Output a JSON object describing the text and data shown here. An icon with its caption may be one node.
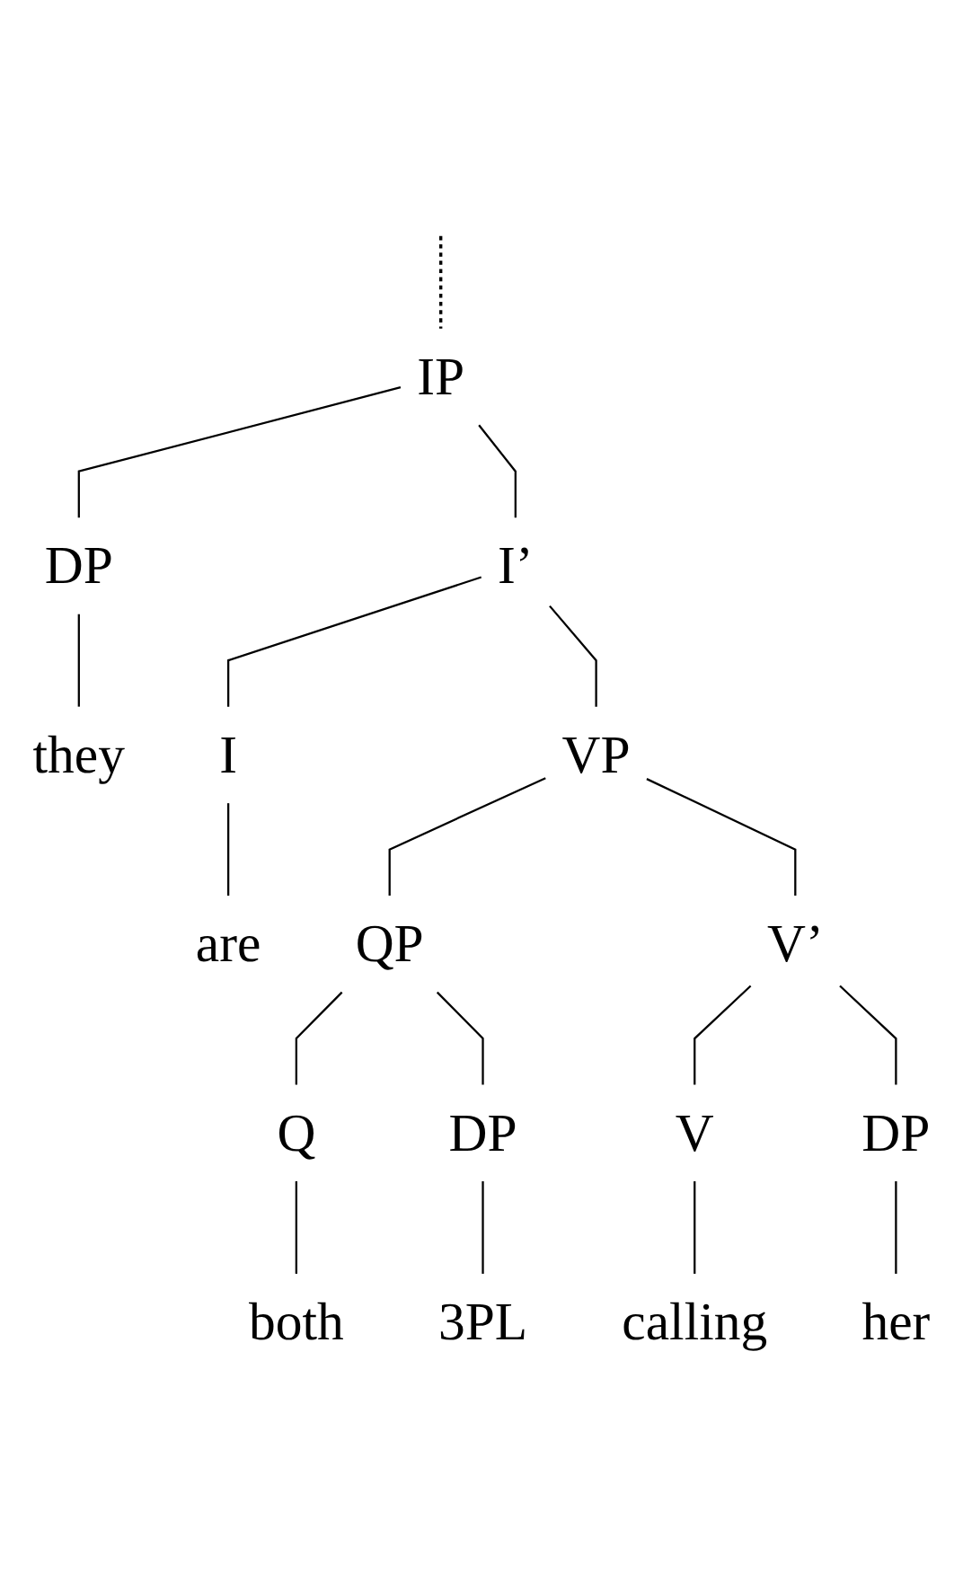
{
  "diagram": {
    "nodes": [
      {
        "text": [
          "IP"
        ]
      },
      {
        "text": [
          "DP"
        ]
      },
      {
        "text": [
          "I’"
        ]
      },
      {
        "text": [
          "they"
        ]
      },
      {
        "text": [
          "I"
        ]
      },
      {
        "text": [
          "VP"
        ]
      },
      {
        "text": [
          "are"
        ]
      },
      {
        "text": [
          "QP"
        ]
      },
      {
        "text": [
          "V’"
        ]
      },
      {
        "text": [
          "Q"
        ]
      },
      {
        "text": [
          "DP"
        ]
      },
      {
        "text": [
          "V"
        ]
      },
      {
        "text": [
          "DP"
        ]
      },
      {
        "text": [
          "both"
        ]
      },
      {
        "text": [
          "3PL"
        ]
      },
      {
        "text": [
          "calling"
        ]
      },
      {
        "text": [
          "her"
        ]
      }
    ],
    "edges": [
      {
        "from": null,
        "to": 0,
        "arrow": "none",
        "style": "dashed"
      },
      {
        "from": 0,
        "to": 1,
        "arrow": "none"
      },
      {
        "from": 0,
        "to": 2,
        "arrow": "none"
      },
      {
        "from": 1,
        "to": 3,
        "arrow": "none"
      },
      {
        "from": 2,
        "to": 4,
        "arrow": "none"
      },
      {
        "from": 2,
        "to": 5,
        "arrow": "none"
      },
      {
        "from": 4,
        "to": 6,
        "arrow": "none"
      },
      {
        "from": 5,
        "to": 7,
        "arrow": "none"
      },
      {
        "from": 5,
        "to": 8,
        "arrow": "none"
      },
      {
        "from": 7,
        "to": 9,
        "arrow": "none"
      },
      {
        "from": 7,
        "to": 10,
        "arrow": "none"
      },
      {
        "from": 8,
        "to": 11,
        "arrow": "none"
      },
      {
        "from": 8,
        "to": 12,
        "arrow": "none"
      },
      {
        "from": 9,
        "to": 13,
        "arrow": "none"
      },
      {
        "from": 10,
        "to": 14,
        "arrow": "none"
      },
      {
        "from": 11,
        "to": 15,
        "arrow": "none"
      },
      {
        "from": 12,
        "to": 16,
        "arrow": "none"
      }
    ]
  }
}
